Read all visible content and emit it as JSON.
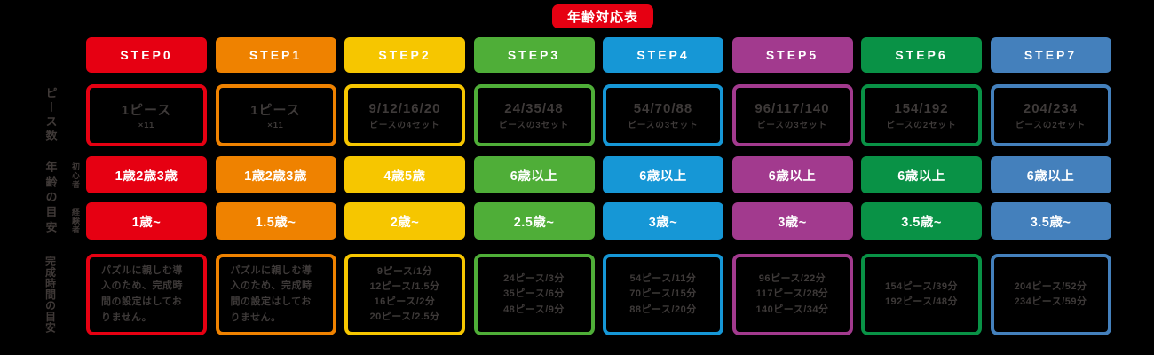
{
  "chart_data": {
    "type": "table",
    "title": "年齢対応表",
    "title_bg": "#e60012",
    "text_color": "#3e3a39",
    "row_labels": {
      "pieces": "ピース数",
      "age": "年齢の目安",
      "age_sub_beginner": "初心者",
      "age_sub_experienced": "経験者",
      "time": "完成時間の目安"
    },
    "columns": [
      {
        "step": "STEP0",
        "color": "#e60012",
        "pieces_main": "1ピース",
        "pieces_sub": "×11",
        "age_beginner": "1歳2歳3歳",
        "age_experienced": "1歳~",
        "time_lines": [
          "パズルに親しむ導入のため、完成時間の設定はしておりません。"
        ]
      },
      {
        "step": "STEP1",
        "color": "#ef8200",
        "pieces_main": "1ピース",
        "pieces_sub": "×11",
        "age_beginner": "1歳2歳3歳",
        "age_experienced": "1.5歳~",
        "time_lines": [
          "パズルに親しむ導入のため、完成時間の設定はしておりません。"
        ]
      },
      {
        "step": "STEP2",
        "color": "#f6c600",
        "pieces_main": "9/12/16/20",
        "pieces_sub": "ピースの4セット",
        "age_beginner": "4歳5歳",
        "age_experienced": "2歳~",
        "time_lines": [
          "9ピース/1分",
          "12ピース/1.5分",
          "16ピース/2分",
          "20ピース/2.5分"
        ]
      },
      {
        "step": "STEP3",
        "color": "#4fae38",
        "pieces_main": "24/35/48",
        "pieces_sub": "ピースの3セット",
        "age_beginner": "6歳以上",
        "age_experienced": "2.5歳~",
        "time_lines": [
          "24ピース/3分",
          "35ピース/6分",
          "48ピース/9分"
        ]
      },
      {
        "step": "STEP4",
        "color": "#1697d6",
        "pieces_main": "54/70/88",
        "pieces_sub": "ピースの3セット",
        "age_beginner": "6歳以上",
        "age_experienced": "3歳~",
        "time_lines": [
          "54ピース/11分",
          "70ピース/15分",
          "88ピース/20分"
        ]
      },
      {
        "step": "STEP5",
        "color": "#a23a8e",
        "pieces_main": "96/117/140",
        "pieces_sub": "ピースの3セット",
        "age_beginner": "6歳以上",
        "age_experienced": "3歳~",
        "time_lines": [
          "96ピース/22分",
          "117ピース/28分",
          "140ピース/34分"
        ]
      },
      {
        "step": "STEP6",
        "color": "#099246",
        "pieces_main": "154/192",
        "pieces_sub": "ピースの2セット",
        "age_beginner": "6歳以上",
        "age_experienced": "3.5歳~",
        "time_lines": [
          "154ピース/39分",
          "192ピース/48分"
        ]
      },
      {
        "step": "STEP7",
        "color": "#4480bc",
        "pieces_main": "204/234",
        "pieces_sub": "ピースの2セット",
        "age_beginner": "6歳以上",
        "age_experienced": "3.5歳~",
        "time_lines": [
          "204ピース/52分",
          "234ピース/59分"
        ]
      }
    ]
  }
}
